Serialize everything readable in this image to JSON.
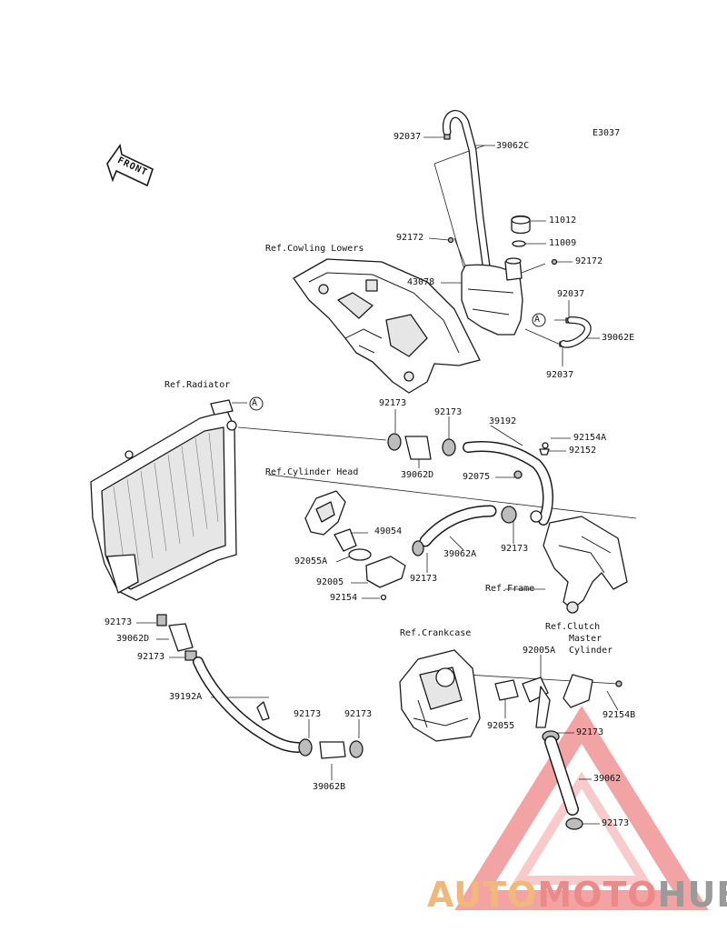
{
  "diagram": {
    "code": "E3037",
    "front_label": "FRONT",
    "circle_marker": "A",
    "refs": {
      "cowling": "Ref.Cowling Lowers",
      "radiator": "Ref.Radiator",
      "cylinder_head": "Ref.Cylinder Head",
      "frame": "Ref.Frame",
      "crankcase": "Ref.Crankcase",
      "clutch_line1": "Ref.Clutch",
      "clutch_line2": "Master",
      "clutch_line3": "Cylinder"
    },
    "parts": {
      "p92037_top": "92037",
      "p39062C": "39062C",
      "p11012": "11012",
      "p11009": "11009",
      "p92172_left": "92172",
      "p92172_right": "92172",
      "p43078": "43078",
      "p92037_mid": "92037",
      "p39062E": "39062E",
      "p92037_bot": "92037",
      "p92173_a": "92173",
      "p92173_b": "92173",
      "p39192": "39192",
      "p92154A": "92154A",
      "p92152": "92152",
      "p39062D_top": "39062D",
      "p92075": "92075",
      "p49054": "49054",
      "p92055A": "92055A",
      "p39062A": "39062A",
      "p92173_c": "92173",
      "p92173_d": "92173",
      "p92005": "92005",
      "p92154": "92154",
      "p92173_e": "92173",
      "p39062D_left": "39062D",
      "p92173_f": "92173",
      "p39192A": "39192A",
      "p92173_g": "92173",
      "p92173_h": "92173",
      "p39062B": "39062B",
      "p92005A": "92005A",
      "p92055": "92055",
      "p92154B": "92154B",
      "p92173_i": "92173",
      "p39062": "39062",
      "p92173_j": "92173"
    }
  },
  "watermark": {
    "part1": "AUTO",
    "part2": "MOTO",
    "part3": "HUB",
    "color_auto": "#f2b87a",
    "color_moto": "#ec8a8a",
    "color_hub": "#9a9a9a",
    "triangle_color": "#e85a5a"
  }
}
